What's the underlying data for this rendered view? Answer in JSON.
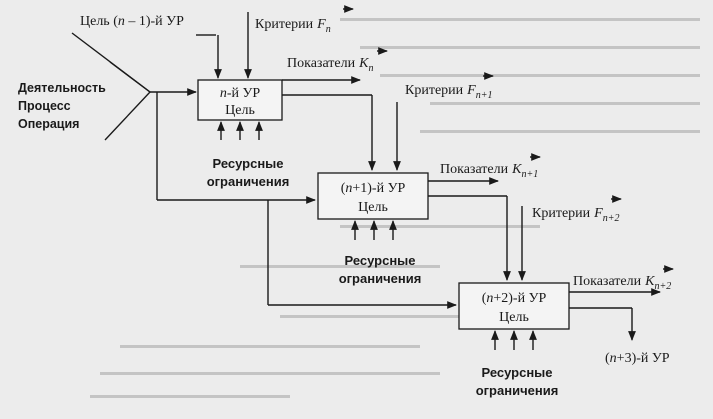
{
  "left_labels": [
    "Деятельность",
    "Процесс",
    "Операция"
  ],
  "levels": [
    {
      "prefix": "",
      "var": "n",
      "suffix": "-й УР",
      "goal": "Цель"
    },
    {
      "prefix": "(",
      "var": "n",
      "suffix": "+1)-й УР",
      "goal": "Цель"
    },
    {
      "prefix": "(",
      "var": "n",
      "suffix": "+2)-й УР",
      "goal": "Цель"
    }
  ],
  "goal_in": {
    "text": "Цель (",
    "var": "n",
    "suffix": " – 1)-й УР"
  },
  "criteria": [
    {
      "label": "Критерии",
      "sym": "F",
      "sub": "n"
    },
    {
      "label": "Критерии",
      "sym": "F",
      "sub": "n+1"
    },
    {
      "label": "Критерии",
      "sym": "F",
      "sub": "n+2"
    }
  ],
  "indicators": [
    {
      "label": "Показатели",
      "sym": "K",
      "sub": "n"
    },
    {
      "label": "Показатели",
      "sym": "K",
      "sub": "n+1"
    },
    {
      "label": "Показатели",
      "sym": "K",
      "sub": "n+2"
    }
  ],
  "resources": [
    {
      "line1": "Ресурсные",
      "line2": "ограничения"
    },
    {
      "line1": "Ресурсные",
      "line2": "ограничения"
    },
    {
      "line1": "Ресурсные",
      "line2": "ограничения"
    }
  ],
  "final_output": {
    "prefix": "(",
    "var": "n",
    "suffix": "+3)-й УР"
  }
}
